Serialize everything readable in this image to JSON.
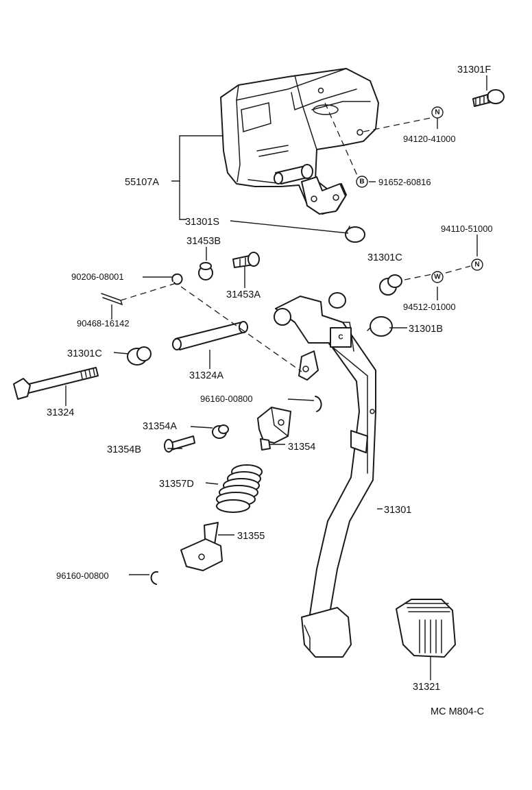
{
  "labels": {
    "l_31301F": "31301F",
    "l_94120": "94120-41000",
    "l_55107A": "55107A",
    "l_91652": "91652-60816",
    "l_31301S": "31301S",
    "l_94110": "94110-51000",
    "l_31453B": "31453B",
    "l_90206": "90206-08001",
    "l_31453A": "31453A",
    "l_31301C_r": "31301C",
    "l_94512": "94512-01000",
    "l_90468": "90468-16142",
    "l_31301B": "31301B",
    "l_31301C_l": "31301C",
    "l_31324A": "31324A",
    "l_31324": "31324",
    "l_96160_a": "96160-00800",
    "l_31354A": "31354A",
    "l_31354": "31354",
    "l_31354B": "31354B",
    "l_31357D": "31357D",
    "l_31301": "31301",
    "l_31355": "31355",
    "l_96160_b": "96160-00800",
    "l_31321": "31321",
    "ref_code": "MC M804-C"
  },
  "symbols": {
    "n1": "N",
    "b1": "B",
    "n2": "N",
    "w1": "W",
    "c_mark": "C"
  }
}
